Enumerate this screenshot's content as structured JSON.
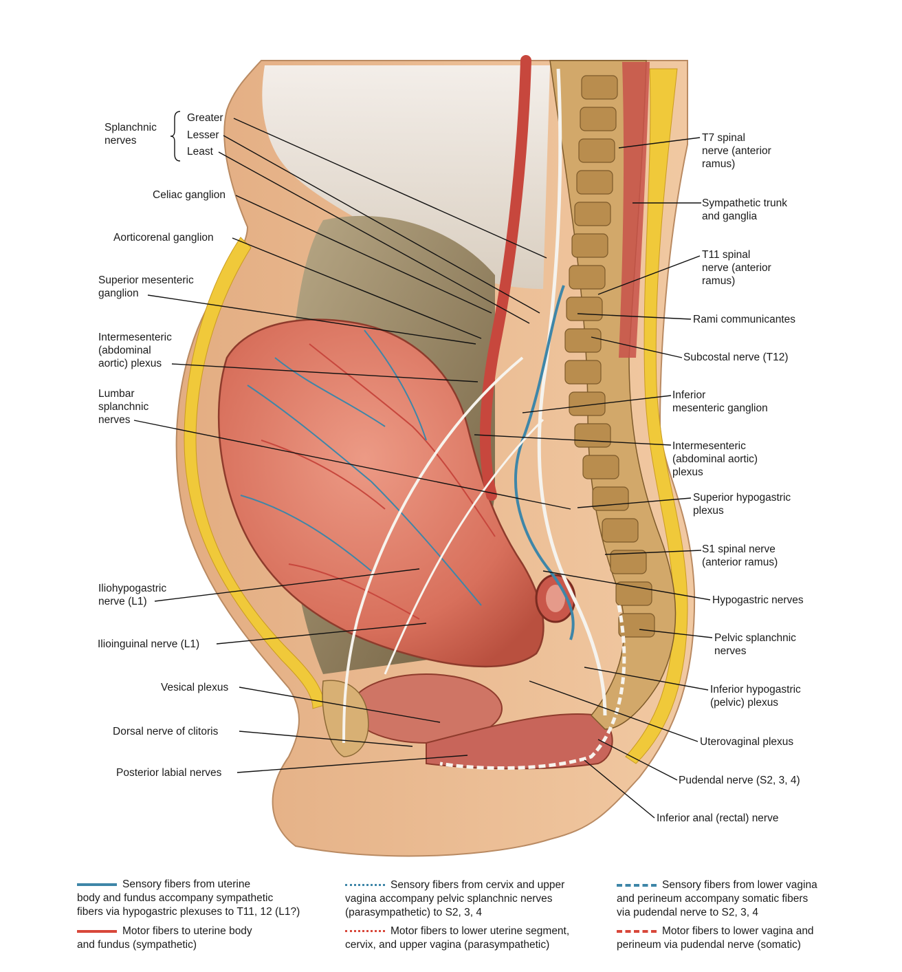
{
  "splanchnic": {
    "title_line1": "Splanchnic",
    "title_line2": "nerves",
    "greater": "Greater",
    "lesser": "Lesser",
    "least": "Least"
  },
  "labels_left": {
    "celiac": "Celiac ganglion",
    "aorticorenal": "Aorticorenal ganglion",
    "sup_mes_1": "Superior mesenteric",
    "sup_mes_2": "ganglion",
    "intermes_1": "Intermesenteric",
    "intermes_2": "(abdominal",
    "intermes_3": "aortic) plexus",
    "lumbar_1": "Lumbar",
    "lumbar_2": "splanchnic",
    "lumbar_3": "nerves",
    "iliohypo_1": "Iliohypogastric",
    "iliohypo_2": "nerve (L1)",
    "ilioinguinal": "Ilioinguinal nerve (L1)",
    "vesical": "Vesical plexus",
    "dorsal": "Dorsal nerve of clitoris",
    "post_labial": "Posterior labial nerves"
  },
  "labels_right": {
    "t7_1": "T7 spinal",
    "t7_2": "nerve (anterior",
    "t7_3": "ramus)",
    "symp_1": "Sympathetic trunk",
    "symp_2": "and ganglia",
    "t11_1": "T11 spinal",
    "t11_2": "nerve (anterior",
    "t11_3": "ramus)",
    "rami": "Rami communicantes",
    "subcostal": "Subcostal nerve (T12)",
    "inf_mes_1": "Inferior",
    "inf_mes_2": "mesenteric ganglion",
    "intermes_1": "Intermesenteric",
    "intermes_2": "(abdominal aortic)",
    "intermes_3": "plexus",
    "sup_hypo_1": "Superior hypogastric",
    "sup_hypo_2": "plexus",
    "s1_1": "S1 spinal nerve",
    "s1_2": "(anterior ramus)",
    "hypogastric": "Hypogastric nerves",
    "pelvic_1": "Pelvic splanchnic",
    "pelvic_2": "nerves",
    "inf_hypo_1": "Inferior hypogastric",
    "inf_hypo_2": "(pelvic) plexus",
    "uterovaginal": "Uterovaginal plexus",
    "pudendal": "Pudendal nerve (S2, 3, 4)",
    "inf_anal": "Inferior anal (rectal) nerve"
  },
  "legend": {
    "c1_a1": "Sensory fibers from uterine",
    "c1_a2": "body and fundus accompany sympathetic",
    "c1_a3": "fibers via hypogastric plexuses to T11, 12 (L1?)",
    "c1_b1": "Motor fibers to uterine body",
    "c1_b2": "and fundus (sympathetic)",
    "c2_a1": "Sensory fibers from cervix and upper",
    "c2_a2": "vagina accompany pelvic splanchnic nerves",
    "c2_a3": "(parasympathetic) to S2, 3, 4",
    "c2_b1": "Motor fibers to lower uterine segment,",
    "c2_b2": "cervix, and upper vagina (parasympathetic)",
    "c3_a1": "Sensory fibers from lower vagina",
    "c3_a2": "and perineum accompany somatic fibers",
    "c3_a3": "via pudendal nerve to S2, 3, 4",
    "c3_b1": "Motor fibers to lower vagina and",
    "c3_b2": "perineum via pudendal nerve (somatic)"
  },
  "colors": {
    "sensory_blue": "#3e86a8",
    "motor_red": "#d8473a",
    "skin": "#e9b98f",
    "uterus": "#dc7a66",
    "fat_yellow": "#f0c93a",
    "bone": "#c9a063"
  }
}
